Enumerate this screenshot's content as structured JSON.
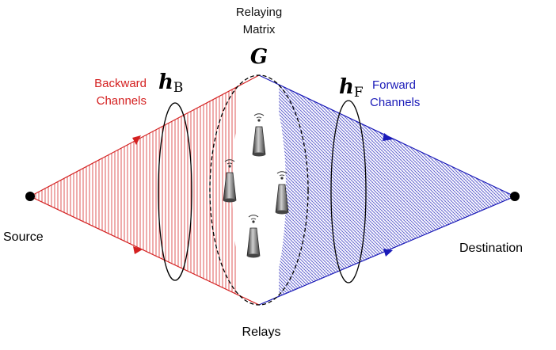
{
  "labels": {
    "relaying_matrix_line1": "Relaying",
    "relaying_matrix_line2": "Matrix",
    "matrix_symbol": "G",
    "backward_line1": "Backward",
    "backward_line2": "Channels",
    "forward_line1": "Forward",
    "forward_line2": "Channels",
    "hb_symbol": "h",
    "hb_sub": "B",
    "hf_symbol": "h",
    "hf_sub": "F",
    "source": "Source",
    "destination": "Destination",
    "relays": "Relays"
  },
  "colors": {
    "backward": "#d42020",
    "forward": "#1a1ab8",
    "node": "#000000"
  },
  "relay_count": 4
}
